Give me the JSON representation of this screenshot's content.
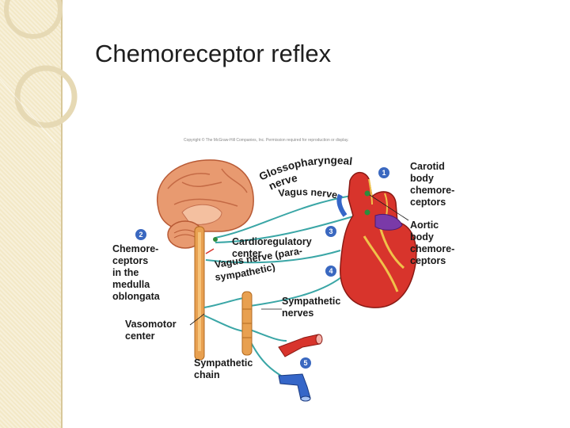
{
  "slide": {
    "title": "Chemoreceptor reflex"
  },
  "figure": {
    "copyright": "Copyright © The McGraw-Hill Companies, Inc. Permission required for reproduction or display.",
    "labels": {
      "glossopharyngeal_1": "Glossopharyngeal",
      "glossopharyngeal_2": "nerve",
      "vagus_nerve": "Vagus nerve",
      "carotid_1": "Carotid",
      "carotid_2": "body",
      "carotid_3": "chemore-",
      "carotid_4": "ceptors",
      "aortic_1": "Aortic",
      "aortic_2": "body",
      "aortic_3": "chemore-",
      "aortic_4": "ceptors",
      "chemo_medulla_1": "Chemore-",
      "chemo_medulla_2": "ceptors",
      "chemo_medulla_3": "in the",
      "chemo_medulla_4": "medulla",
      "chemo_medulla_5": "oblongata",
      "cardioregulatory_1": "Cardioregulatory",
      "cardioregulatory_2": "center",
      "vagus_para_1": "Vagus nerve (para-",
      "vagus_para_2": "sympathetic)",
      "sympathetic_nerves_1": "Sympathetic",
      "sympathetic_nerves_2": "nerves",
      "vasomotor_1": "Vasomotor",
      "vasomotor_2": "center",
      "sympathetic_chain_1": "Sympathetic",
      "sympathetic_chain_2": "chain"
    },
    "steps": [
      "1",
      "2",
      "3",
      "4",
      "5"
    ],
    "colors": {
      "nerve": "#3aa6a6",
      "brain": "#e89a70",
      "spinal_cord": "#e8a050",
      "heart": "#d8342c",
      "artery": "#d8342c",
      "vein": "#3566c8",
      "step_badge": "#3a68c0"
    }
  }
}
